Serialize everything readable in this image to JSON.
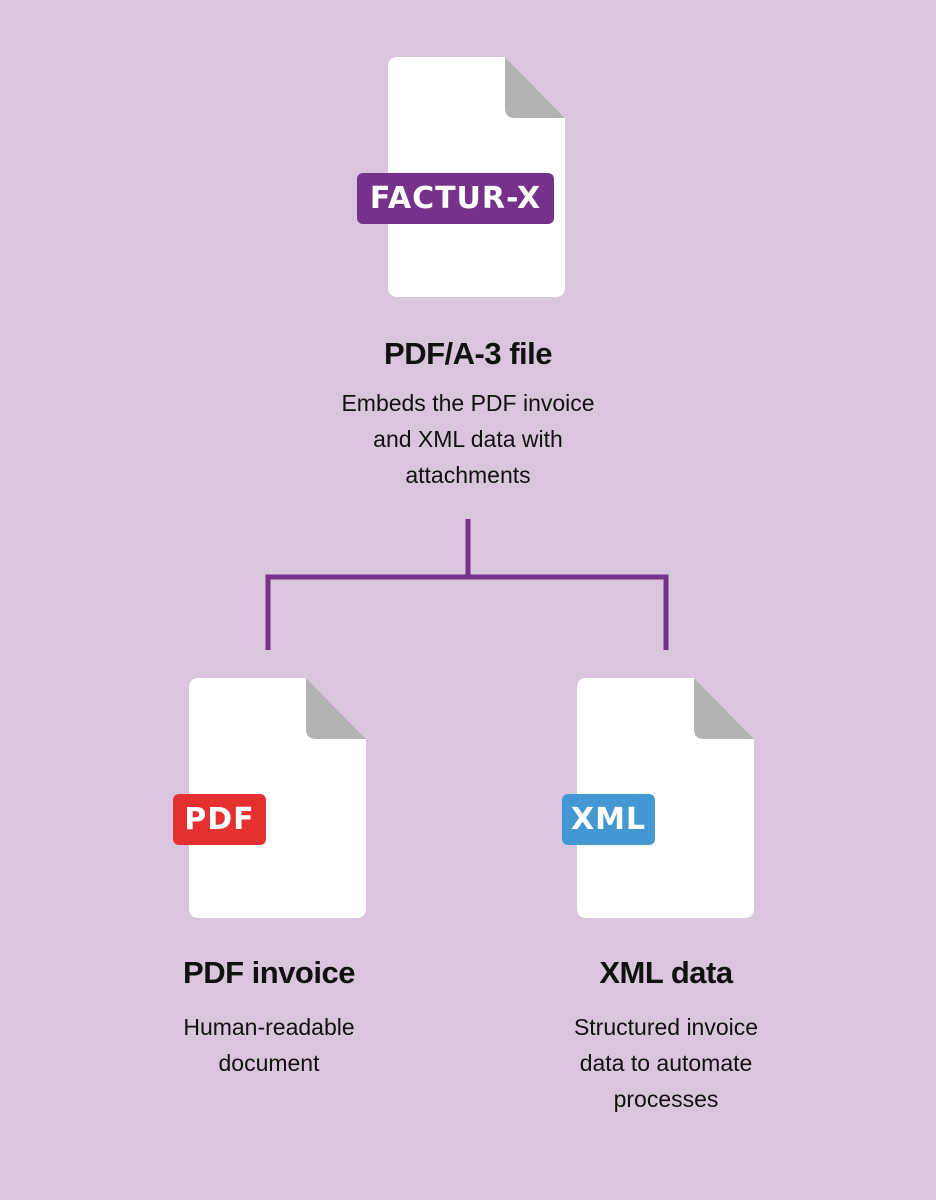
{
  "colors": {
    "background": "#dac6dc",
    "connector": "#76318a",
    "facturx": "#76318a",
    "pdf": "#e53030",
    "xml": "#4397d3",
    "fold": "#b3b3b3"
  },
  "top": {
    "badge": "FACTUR-X",
    "title": "PDF/A-3 file",
    "description": "Embeds the PDF invoice\nand XML data with\nattachments"
  },
  "left": {
    "badge": "PDF",
    "title": "PDF invoice",
    "description": "Human-readable\ndocument"
  },
  "right": {
    "badge": "XML",
    "title": "XML data",
    "description": "Structured invoice\ndata to automate\nprocesses"
  }
}
